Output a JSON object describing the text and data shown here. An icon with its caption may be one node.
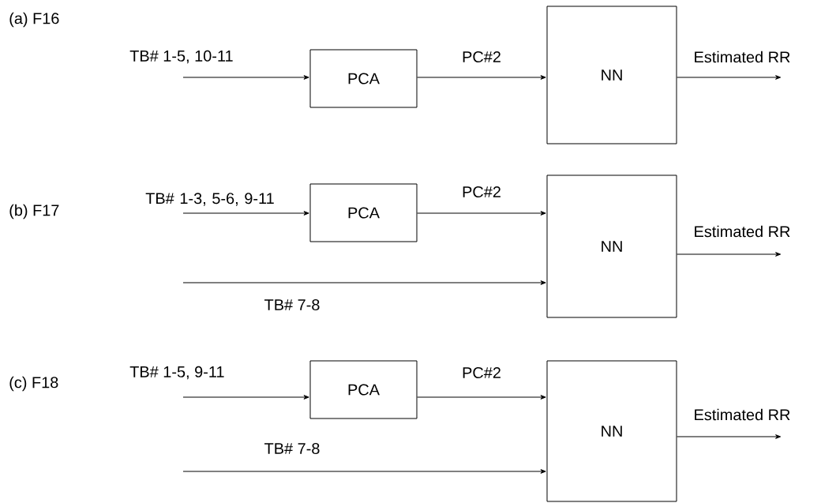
{
  "diagram": {
    "nodes": [
      {
        "text": [
          "PCA"
        ]
      },
      {
        "text": [
          "NN"
        ]
      },
      {
        "text": [
          "PCA"
        ]
      },
      {
        "text": [
          "NN"
        ]
      },
      {
        "text": [
          "PCA"
        ]
      },
      {
        "text": [
          "NN"
        ]
      }
    ],
    "edges": [
      {
        "from": null,
        "to": 0,
        "arrow": "to",
        "label": "TB# 1-5, 10-11"
      },
      {
        "from": 0,
        "to": 1,
        "arrow": "to",
        "label": "PC#2"
      },
      {
        "from": 1,
        "to": null,
        "arrow": "to",
        "label": "Estimated RR"
      },
      {
        "from": null,
        "to": 2,
        "arrow": "to",
        "label": "TB# 1-3, 5-6, 9-11"
      },
      {
        "from": 2,
        "to": 3,
        "arrow": "to",
        "label": "PC#2"
      },
      {
        "from": null,
        "to": 3,
        "arrow": "to",
        "label": "TB# 7-8"
      },
      {
        "from": 3,
        "to": null,
        "arrow": "to",
        "label": "Estimated RR"
      },
      {
        "from": null,
        "to": 4,
        "arrow": "to",
        "label": "TB# 1-5, 9-11"
      },
      {
        "from": 4,
        "to": 5,
        "arrow": "to",
        "label": "PC#2"
      },
      {
        "from": null,
        "to": 5,
        "arrow": "to",
        "label": "TB# 7-8"
      },
      {
        "from": 5,
        "to": null,
        "arrow": "to",
        "label": "Estimated RR"
      }
    ],
    "labels": [
      "(a) F16",
      "(b) F17",
      "(c) F18"
    ]
  }
}
